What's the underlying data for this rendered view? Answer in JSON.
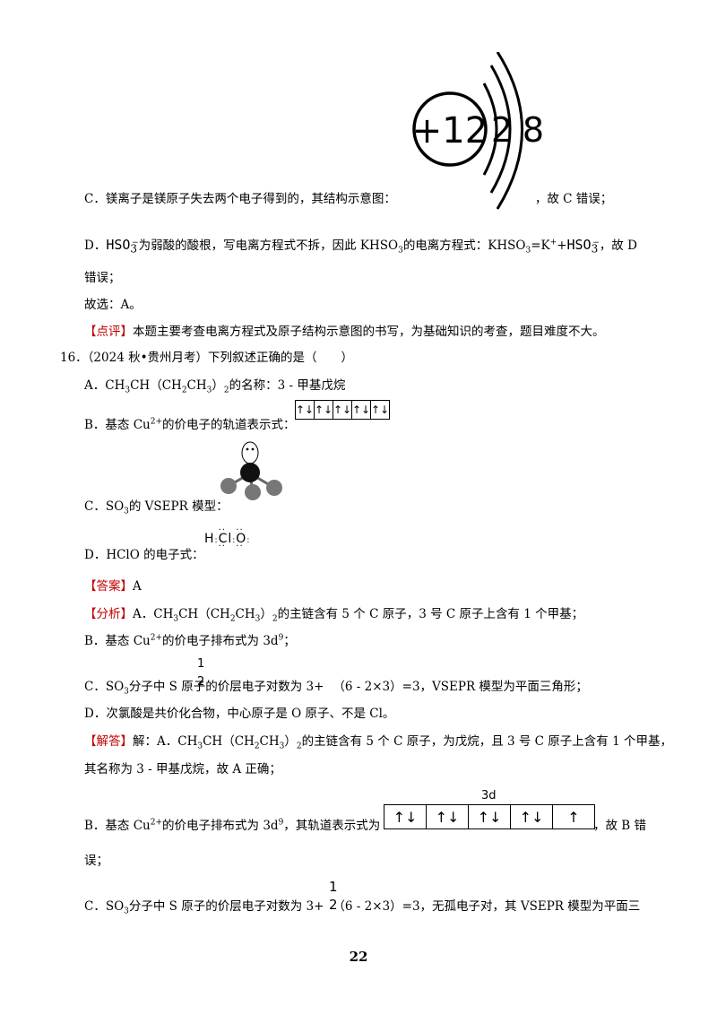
{
  "mg_diagram": {
    "nucleus": "+12",
    "shell1": "2",
    "shell2": "8"
  },
  "lines": {
    "c_prev_a": "C．镁离子是镁原子失去两个电子得到的，其结构示意图：",
    "c_prev_b": "，故 C 错误；",
    "d_prev_a": "为弱酸的酸根，写电离方程式不拆，因此 KHSO",
    "d_prev_b": "的电离方程式：KHSO",
    "d_prev_c": "=K",
    "d_prev_d": "，故 D",
    "d_prev_e": "错误；",
    "choose": "故选：A。",
    "review_tag": "【点评】",
    "review_text": "本题主要考查电离方程式及原子结构示意图的书写，为基础知识的考查，题目难度不大。",
    "q16": "16．（2024 秋•贵州月考）下列叙述正确的是（　　）",
    "qa": "A．CH",
    "qa_b": "CH（CH",
    "qa_c": "CH",
    "qa_d": "）",
    "qa_e": "的名称：3 - 甲基戊烷",
    "qb": "B．基态 Cu",
    "qb_b": "的价电子的轨道表示式：",
    "qc": "C．SO",
    "qc_b": "的 VSEPR 模型：",
    "qd": "D．HClO 的电子式：",
    "ans_tag": "【答案】",
    "ans": "A",
    "ana_tag": "【分析】",
    "ana_a": "A．CH",
    "ana_a2": "CH（CH",
    "ana_a3": "CH",
    "ana_a4": "）",
    "ana_a5": "的主链含有 5 个 C 原子，3 号 C 原子上含有 1 个甲基；",
    "ana_b": "B．基态 Cu",
    "ana_b2": "的价电子排布式为 3d",
    "ana_b3": "；",
    "ana_c": "C．SO",
    "ana_c2": "分子中 S 原子的价层电子对数为 3+",
    "ana_c3": "（6 - 2×3）=3，VSEPR 模型为平面三角形；",
    "ana_d": "D．次氯酸是共价化合物，中心原子是 O 原子、不是 Cl。",
    "sol_tag": "【解答】",
    "sol_a": "解：A．CH",
    "sol_a2": "CH（CH",
    "sol_a3": "CH",
    "sol_a4": "）",
    "sol_a5": "的主链含有 5 个 C 原子，为戊烷，且 3 号 C 原子上含有 1 个甲基，",
    "sol_a6": "其名称为 3 - 甲基戊烷，故 A 正确；",
    "sol_b": "B．基态 Cu",
    "sol_b2": "的价电子排布式为 3d",
    "sol_b3": "，其轨道表示式为",
    "sol_b4": "，故 B 错",
    "sol_b5": "误；",
    "sol_c": "C．SO",
    "sol_c2": "分子中 S 原子的价层电子对数为 3+",
    "sol_c3": "（6 - 2×3）=3，无孤电子对，其 VSEPR 模型为平面三"
  },
  "hso3": "HSO",
  "charge_2p": "2+",
  "plus": "+",
  "sub3": "3",
  "sub2": "2",
  "sup9": "9",
  "minus": "−",
  "half_num": "1",
  "half_den": "2",
  "orbital_label": "3d",
  "hclo": {
    "h": "H",
    "cl": "Cl",
    "o": "O"
  },
  "page_number": "22"
}
